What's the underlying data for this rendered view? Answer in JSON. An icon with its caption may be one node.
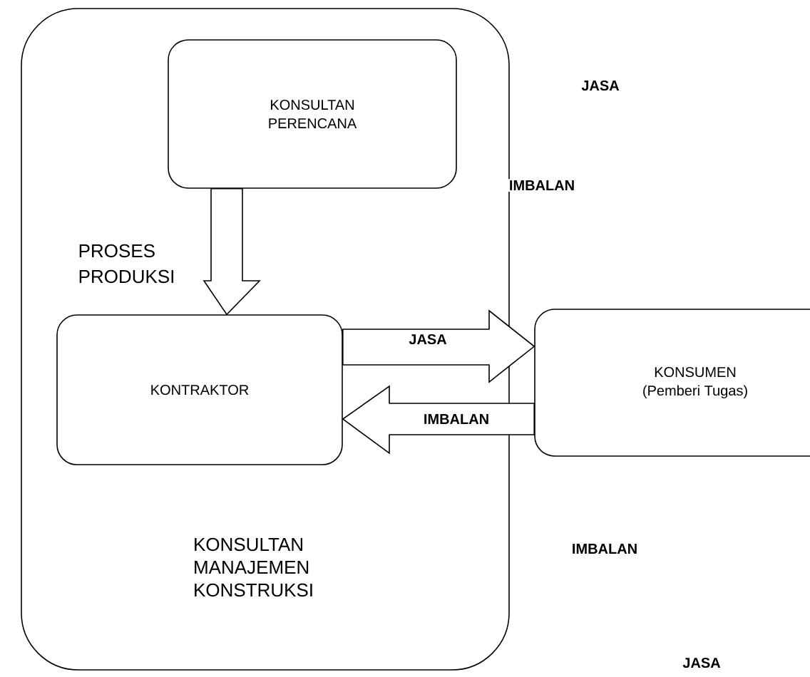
{
  "diagram": {
    "nodes": [
      {
        "text": [
          "KONSULTAN MANAJEMEN KONSTRUKSI"
        ]
      },
      {
        "text": [
          "KONSULTAN PERENCANA"
        ],
        "in": 0
      },
      {
        "text": [
          "KONTRAKTOR"
        ],
        "in": 0
      },
      {
        "text": [
          "KONSUMEN",
          "(Pemberi Tugas)"
        ]
      }
    ],
    "edges": [
      {
        "from": 1,
        "to": 2,
        "arrow": "to",
        "label": "PROSES PRODUKSI"
      },
      {
        "from": 2,
        "to": 3,
        "arrow": "to",
        "label": "JASA"
      },
      {
        "from": 3,
        "to": 2,
        "arrow": "to",
        "label": "IMBALAN"
      }
    ],
    "labels": [
      "JASA",
      "IMBALAN",
      "IMBALAN",
      "JASA"
    ]
  }
}
